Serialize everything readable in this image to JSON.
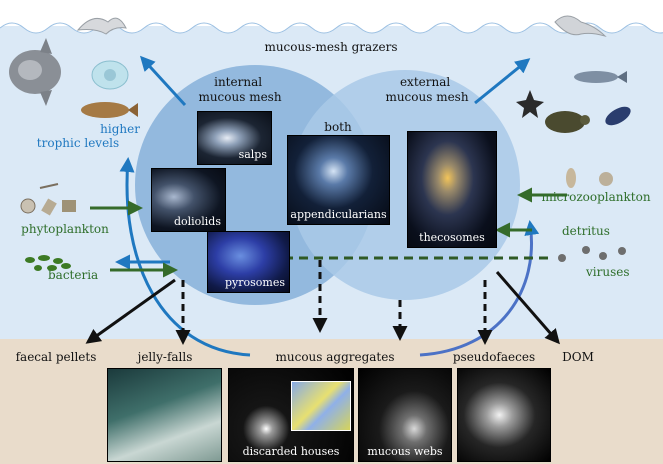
{
  "header": {
    "title": "mucous-mesh grazers"
  },
  "circles": {
    "internal": "internal\nmucous mesh",
    "external": "external\nmucous mesh",
    "both": "both"
  },
  "organisms": {
    "salps": "salps",
    "doliolids": "doliolids",
    "pyrosomes": "pyrosomes",
    "appendicularians": "appendicularians",
    "thecosomes": "thecosomes"
  },
  "sources": {
    "higher_trophic": "higher\ntrophic levels",
    "phytoplankton": "phytoplankton",
    "bacteria": "bacteria",
    "microzooplankton": "microzooplankton",
    "detritus": "detritus",
    "viruses": "viruses"
  },
  "outputs": {
    "faecal_pellets": "faecal pellets",
    "jelly_falls": "jelly-falls",
    "mucous_aggregates": "mucous aggregates",
    "pseudofaeces": "pseudofaeces",
    "dom": "DOM"
  },
  "photos": {
    "discarded_houses": "discarded houses",
    "mucous_webs": "mucous webs"
  },
  "colors": {
    "sky": "#ffffff",
    "water": "#dbe9f6",
    "sediment": "#e9dccb",
    "circle": "#8fb6dc",
    "blue_label": "#1f78c0",
    "green_label": "#2e6e2a",
    "black_arrow": "#111111"
  }
}
